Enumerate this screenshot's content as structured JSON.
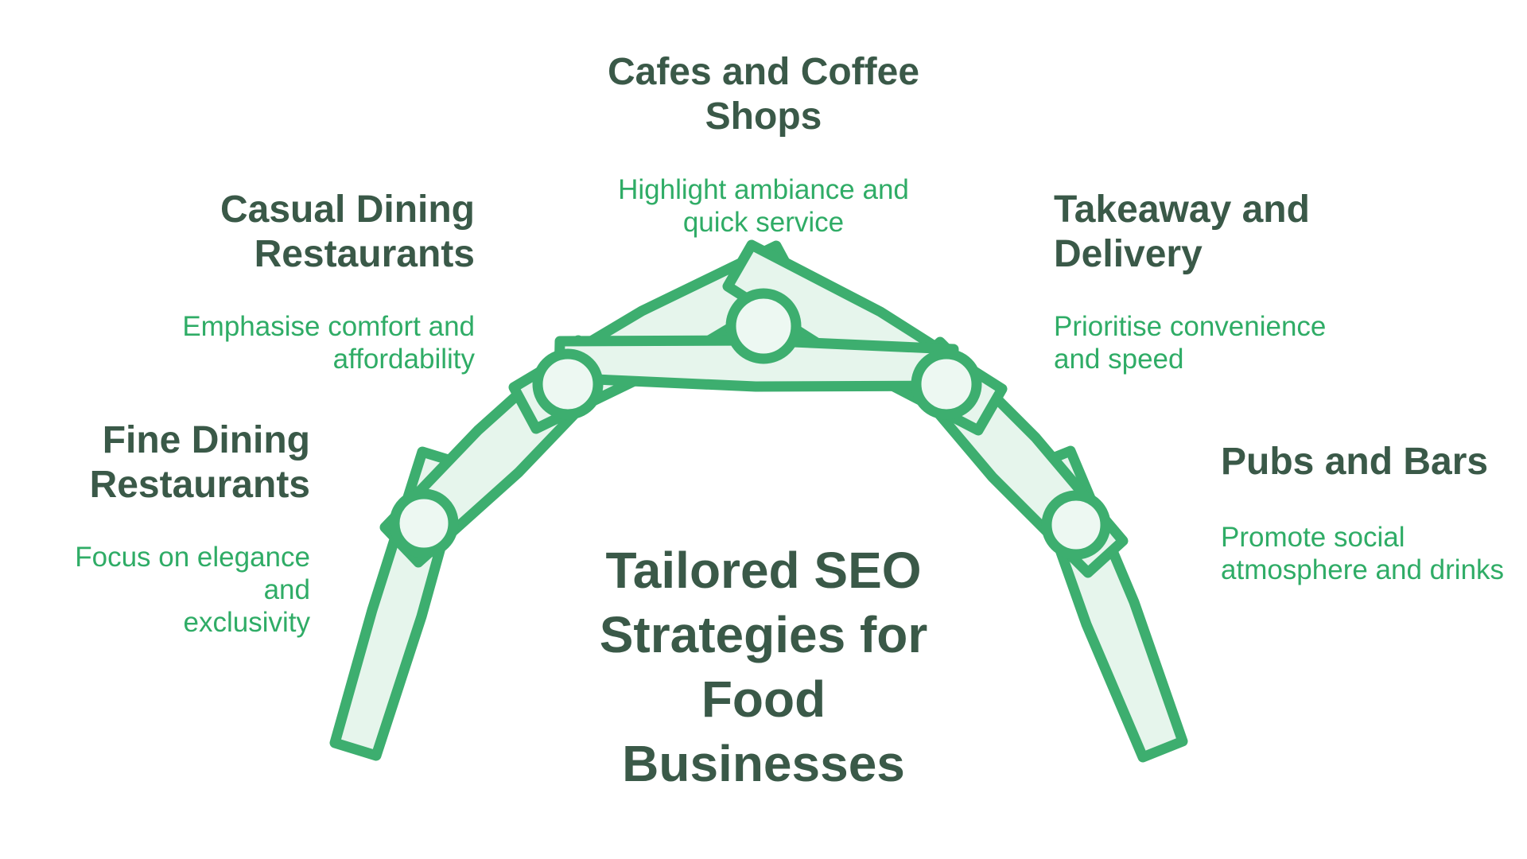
{
  "colors": {
    "background": "#ffffff",
    "heading": "#3A5948",
    "subtitle": "#2FAC66",
    "arch_stroke": "#3DAE6F",
    "arch_fill": "#E6F5EC",
    "joint_fill": "#EDF8F2"
  },
  "title": "Tailored SEO\nStrategies for\nFood\nBusinesses",
  "sections": [
    {
      "id": "cafes",
      "heading": "Cafes and Coffee\nShops",
      "subtitle": "Highlight ambiance and\nquick service"
    },
    {
      "id": "casual",
      "heading": "Casual Dining\nRestaurants",
      "subtitle": "Emphasise comfort and\naffordability"
    },
    {
      "id": "takeaway",
      "heading": "Takeaway and\nDelivery",
      "subtitle": "Prioritise convenience\nand speed"
    },
    {
      "id": "fine",
      "heading": "Fine Dining\nRestaurants",
      "subtitle": "Focus on elegance and\nexclusivity"
    },
    {
      "id": "pubs",
      "heading": "Pubs and Bars",
      "subtitle": "Promote social\natmosphere and drinks"
    }
  ]
}
